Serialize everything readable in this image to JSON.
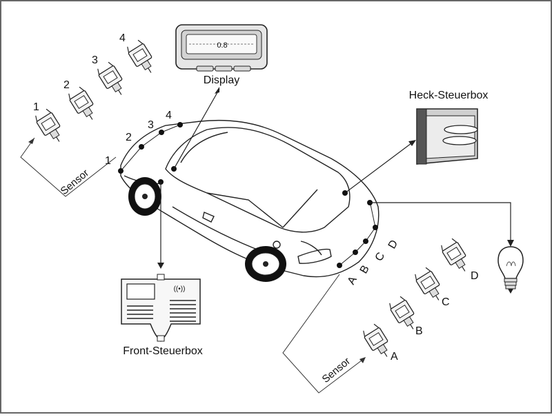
{
  "labels": {
    "display": "Display",
    "rear_box": "Heck-Steuerbox",
    "front_box": "Front-Steuerbox",
    "sensor_front": "Sensor",
    "sensor_rear": "Sensor"
  },
  "front_sensors": [
    "1",
    "2",
    "3",
    "4"
  ],
  "front_car_points": [
    "1",
    "2",
    "3",
    "4"
  ],
  "rear_sensors": [
    "A",
    "B",
    "C",
    "D"
  ],
  "rear_car_points": [
    "A",
    "B",
    "C",
    "D"
  ],
  "display_readout": "0.8",
  "front_box_symbol": "((•))"
}
